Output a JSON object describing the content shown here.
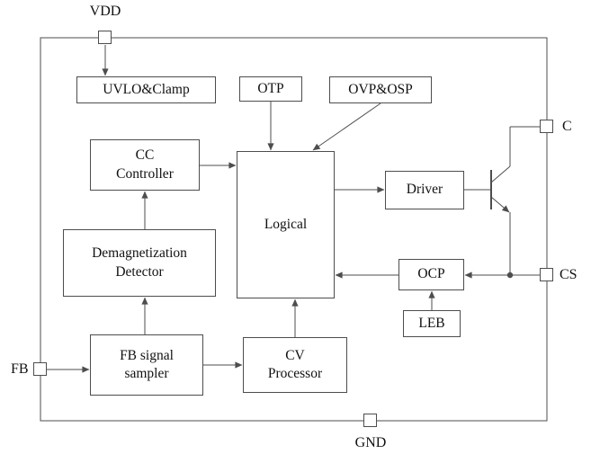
{
  "blocks": {
    "uvlo": {
      "label": "UVLO&Clamp"
    },
    "otp": {
      "label": "OTP"
    },
    "ovp": {
      "label": "OVP&OSP"
    },
    "cc": {
      "label": "CC\nController"
    },
    "logical": {
      "label": "Logical"
    },
    "driver": {
      "label": "Driver"
    },
    "demag": {
      "label": "Demagnetization\nDetector"
    },
    "ocp": {
      "label": "OCP"
    },
    "leb": {
      "label": "LEB"
    },
    "fb_sampler": {
      "label": "FB signal\nsampler"
    },
    "cv": {
      "label": "CV\nProcessor"
    }
  },
  "pins": {
    "vdd": {
      "label": "VDD"
    },
    "c": {
      "label": "C"
    },
    "cs": {
      "label": "CS"
    },
    "fb": {
      "label": "FB"
    },
    "gnd": {
      "label": "GND"
    }
  },
  "colors": {
    "line": "#4d4d4d",
    "background": "#ffffff"
  }
}
